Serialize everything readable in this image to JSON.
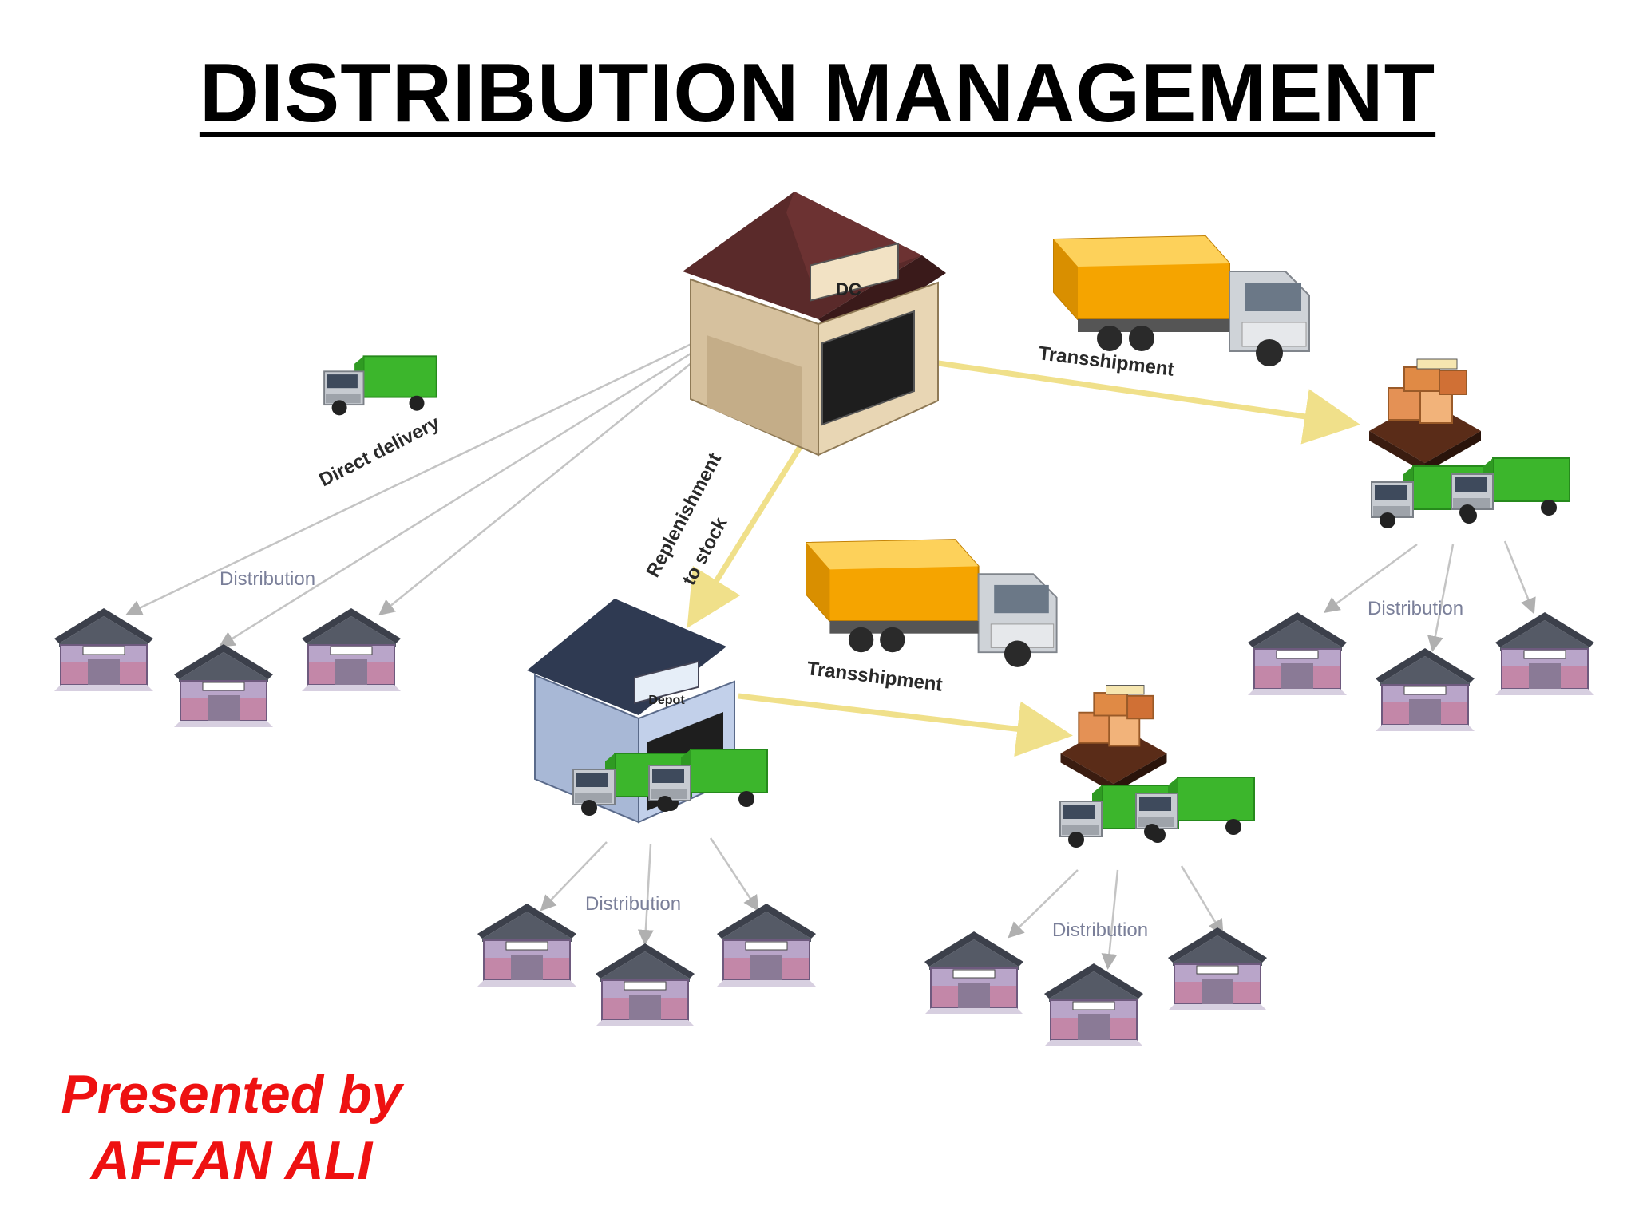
{
  "title": "DISTRIBUTION MANAGEMENT",
  "presenter": {
    "line1": "Presented by",
    "line2": "AFFAN ALI"
  },
  "diagram": {
    "dc_label": "DC",
    "depot_label": "Depot",
    "direct_delivery_label": "Direct delivery",
    "replenishment_label_line1": "Replenishment",
    "replenishment_label_line2": "to stock",
    "transshipment_label": "Transshipment",
    "distribution_label": "Distribution"
  },
  "colors": {
    "title": "#000000",
    "presenter": "#ee1111",
    "flow_arrow": "#f0e08a",
    "distribution_arrow": "#c4c4c4",
    "truck_yellow": "#f5a400",
    "truck_green": "#3cb62c",
    "store_roof": "#4a4e5a",
    "store_wall": "#b8a6c8"
  }
}
